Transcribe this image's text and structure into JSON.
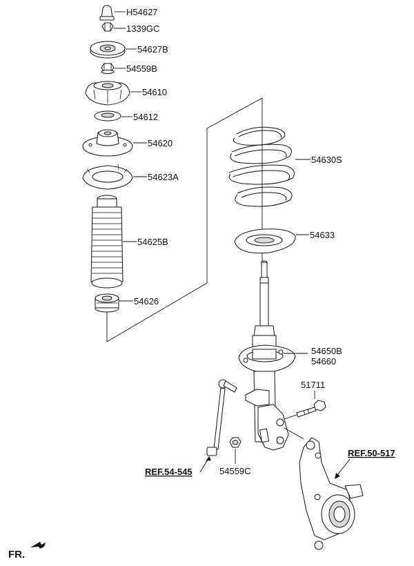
{
  "labels": {
    "h54627": "H54627",
    "p1339gc": "1339GC",
    "p54627b": "54627B",
    "p54559b": "54559B",
    "p54610": "54610",
    "p54612": "54612",
    "p54620": "54620",
    "p54623a": "54623A",
    "p54625b": "54625B",
    "p54626": "54626",
    "p54630s": "54630S",
    "p54633": "54633",
    "p54650b": "54650B",
    "p54660": "54660",
    "p51711": "51711",
    "p54559c": "54559C"
  },
  "references": {
    "ref_54_545": "REF.54-545",
    "ref_50_517": "REF.50-517"
  },
  "front_indicator": "FR."
}
